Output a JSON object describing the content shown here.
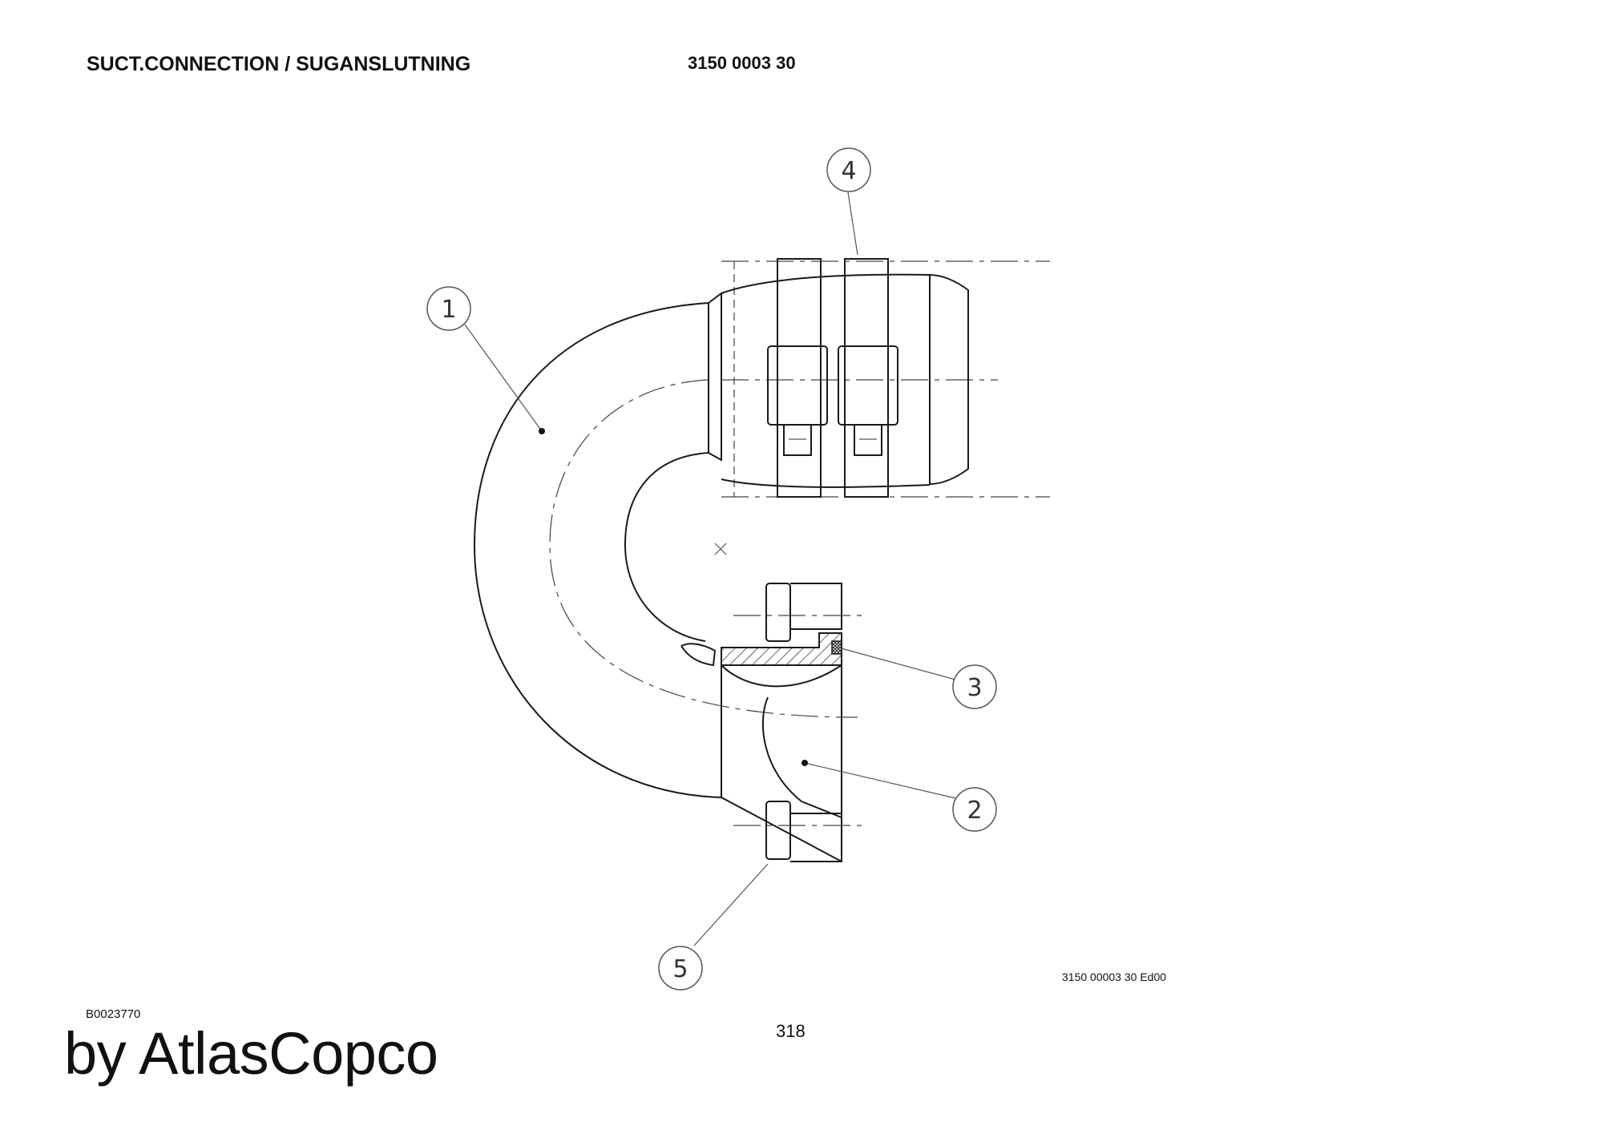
{
  "header": {
    "title": "SUCT.CONNECTION / SUGANSLUTNING",
    "part_number": "3150 0003 30"
  },
  "drawing": {
    "callouts": [
      {
        "id": "1",
        "label": "1"
      },
      {
        "id": "2",
        "label": "2"
      },
      {
        "id": "3",
        "label": "3"
      },
      {
        "id": "4",
        "label": "4"
      },
      {
        "id": "5",
        "label": "5"
      }
    ],
    "doc_reference": "3150 00003 30 Ed00"
  },
  "footer": {
    "drawing_number": "B0023770",
    "page_number": "318",
    "brand": "by AtlasCopco"
  }
}
